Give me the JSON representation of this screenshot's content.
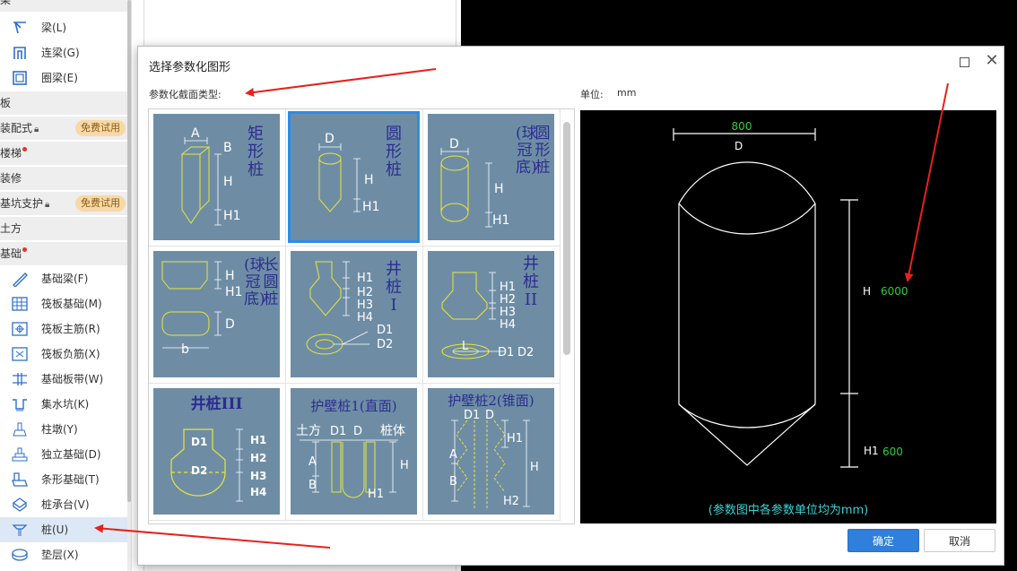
{
  "sidebar": {
    "categories": {
      "beam_group": "梁",
      "slab": "板",
      "prefab": "装配式",
      "stairs": "楼梯",
      "decoration": "装修",
      "pit_support": "基坑支护",
      "earthwork": "土方",
      "foundation": "基础"
    },
    "trial_badge": "免费试用",
    "beam_items": [
      "梁(L)",
      "连梁(G)",
      "圈梁(E)"
    ],
    "foundation_items": [
      "基础梁(F)",
      "筏板基础(M)",
      "筏板主筋(R)",
      "筏板负筋(X)",
      "基础板带(W)",
      "集水坑(K)",
      "柱墩(Y)",
      "独立基础(D)",
      "条形基础(T)",
      "桩承台(V)",
      "桩(U)",
      "垫层(X)"
    ]
  },
  "dialog": {
    "title": "选择参数化图形",
    "section_label": "参数化截面类型:",
    "unit_label": "单位:",
    "unit_value": "mm",
    "ok_label": "确定",
    "cancel_label": "取消"
  },
  "gallery": {
    "selected_index": 1,
    "tiles": [
      {
        "name": "矩形桩",
        "labels": [
          "A",
          "B",
          "H",
          "H1"
        ]
      },
      {
        "name": "圆形桩",
        "labels": [
          "D",
          "H",
          "H1"
        ]
      },
      {
        "name": "圆形桩(球冠底)",
        "labels": [
          "D",
          "H",
          "H1"
        ]
      },
      {
        "name": "长圆桩(球冠底)",
        "labels": [
          "H",
          "H1",
          "D",
          "b"
        ]
      },
      {
        "name": "井桩I",
        "labels": [
          "H1",
          "H2",
          "H3",
          "H4",
          "D1",
          "D2"
        ]
      },
      {
        "name": "井桩II",
        "labels": [
          "H1",
          "H2",
          "H3",
          "H4",
          "L",
          "D1",
          "D2"
        ]
      },
      {
        "name": "井桩III",
        "labels": [
          "D1",
          "D2",
          "H1",
          "H2",
          "H3",
          "H4"
        ]
      },
      {
        "name": "护壁桩1(直面)",
        "labels": [
          "土方",
          "D1",
          "D",
          "桩体",
          "A",
          "B",
          "H",
          "H1"
        ]
      },
      {
        "name": "护壁桩2(锥面)",
        "labels": [
          "D1",
          "D",
          "H1",
          "A",
          "B",
          "H",
          "H2"
        ]
      }
    ]
  },
  "preview": {
    "top_dim_value": "800",
    "top_dim_label": "D",
    "H_label": "H",
    "H_value": "6000",
    "H1_label": "H1",
    "H1_value": "600",
    "note": "(参数图中各参数单位均为mm)"
  },
  "colors": {
    "accent": "#2f7fdc",
    "tile_bg": "#6e8da5",
    "tile_text": "#2b2d8f",
    "preview_dim_value": "#2ecc40",
    "preview_note": "#3ad3d3",
    "annotation_arrow": "#e8211a"
  }
}
